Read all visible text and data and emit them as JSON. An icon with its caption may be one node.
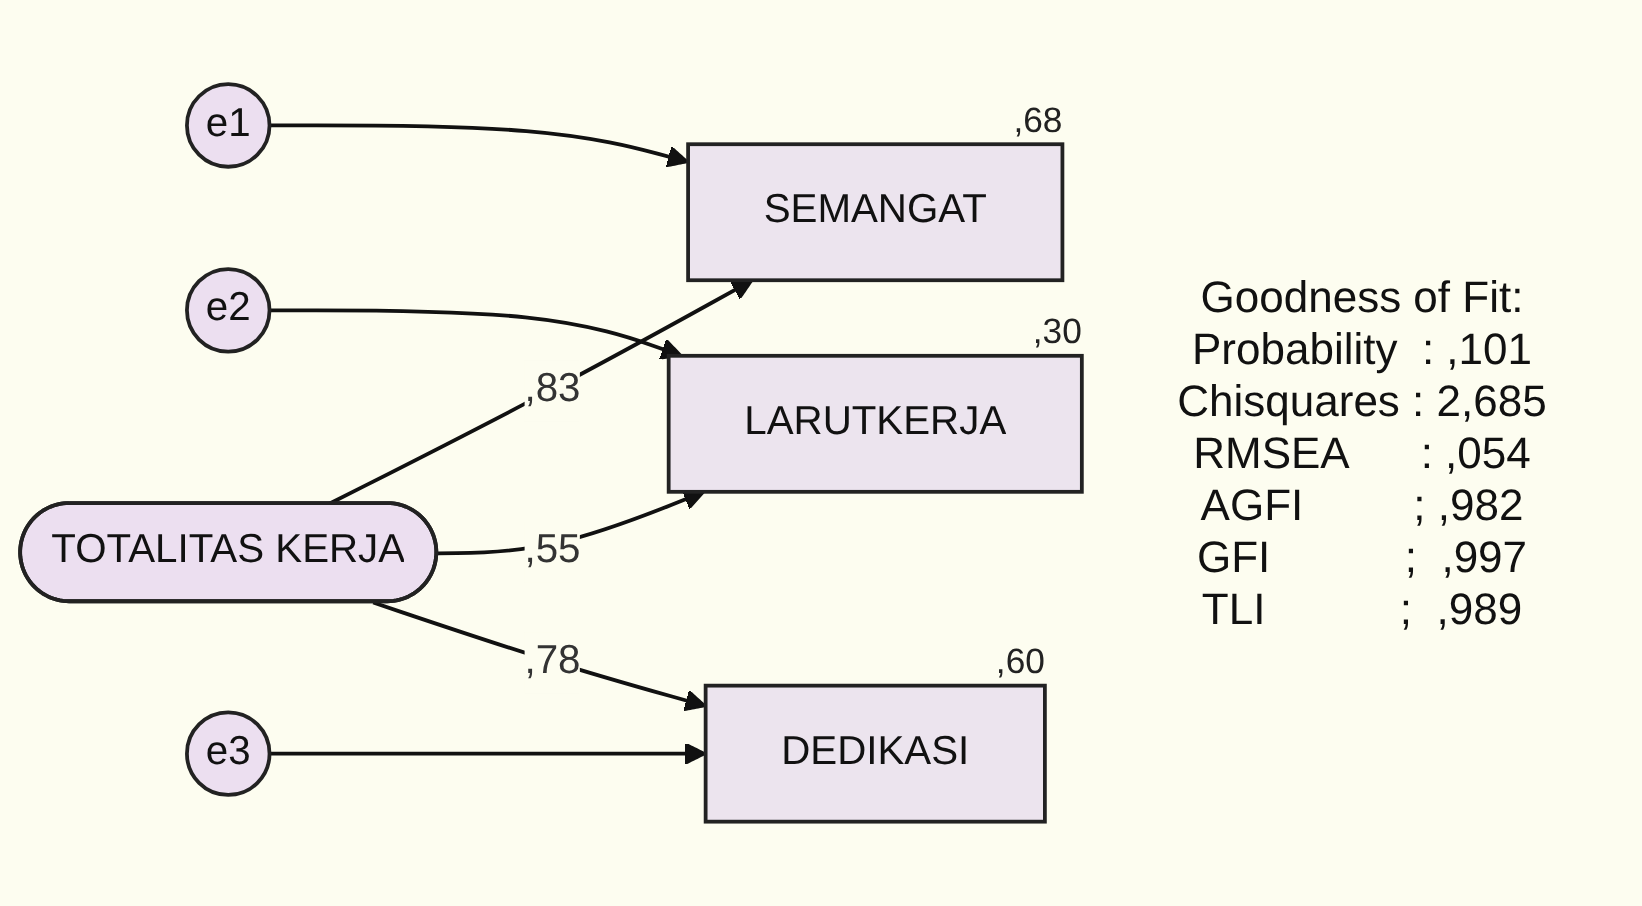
{
  "diagram": {
    "nodes": [
      {
        "text": [
          "e1"
        ]
      },
      {
        "text": [
          "SEMANGAT"
        ],
        "beside": [
          ",68"
        ]
      },
      {
        "text": [
          "e2"
        ]
      },
      {
        "text": [
          "LARUTKERJA"
        ],
        "beside": [
          ",30"
        ]
      },
      {
        "text": [
          "e3"
        ]
      },
      {
        "text": [
          "DEDIKASI"
        ],
        "beside": [
          ",60"
        ]
      },
      {
        "text": [
          "TOTALITAS KERJA"
        ]
      }
    ],
    "edges": [
      {
        "from": 0,
        "to": 1,
        "arrow": "to"
      },
      {
        "from": 2,
        "to": 3,
        "arrow": "to"
      },
      {
        "from": 4,
        "to": 5,
        "arrow": "to"
      },
      {
        "from": 6,
        "to": 1,
        "arrow": "to",
        "label": ",83"
      },
      {
        "from": 6,
        "to": 3,
        "arrow": "to",
        "label": ",55"
      },
      {
        "from": 6,
        "to": 5,
        "arrow": "to",
        "label": ",78"
      }
    ],
    "labels": [
      "Goodness of Fit:",
      "Probability  : ,101",
      "Chisquares : 2,685",
      "RMSEA      : ,054",
      "AGFI         ; ,982",
      "GFI           ;  ,997",
      "TLI           ;  ,989"
    ]
  }
}
